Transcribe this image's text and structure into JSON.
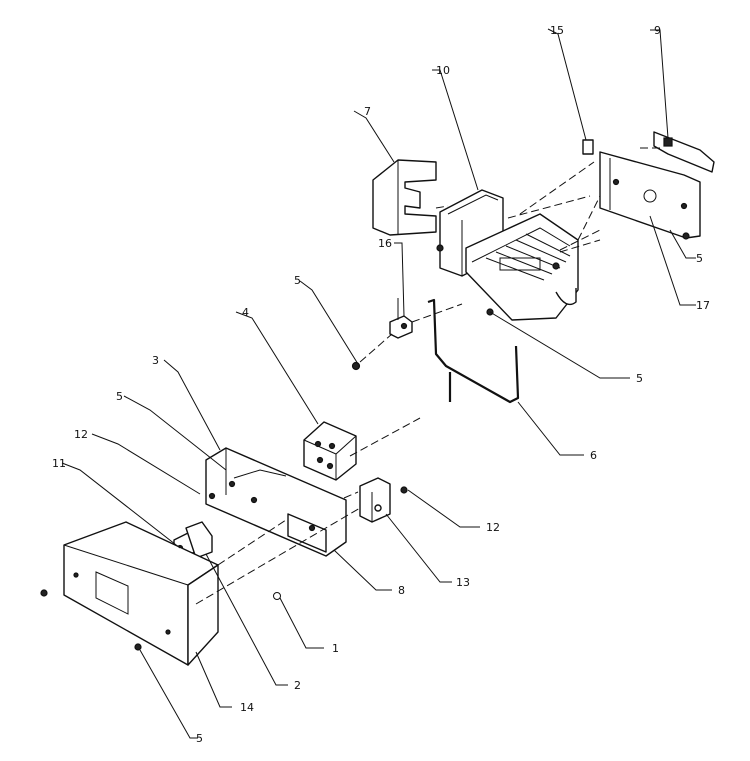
{
  "callouts": {
    "c1": "1",
    "c2": "2",
    "c3": "3",
    "c4": "4",
    "c5a": "5",
    "c5b": "5",
    "c5c": "5",
    "c5d": "5",
    "c5e": "5",
    "c6": "6",
    "c7": "7",
    "c8": "8",
    "c9": "9",
    "c10": "10",
    "c11": "11",
    "c12a": "12",
    "c12b": "12",
    "c13": "13",
    "c14": "14",
    "c15": "15",
    "c16": "16",
    "c17": "17"
  }
}
